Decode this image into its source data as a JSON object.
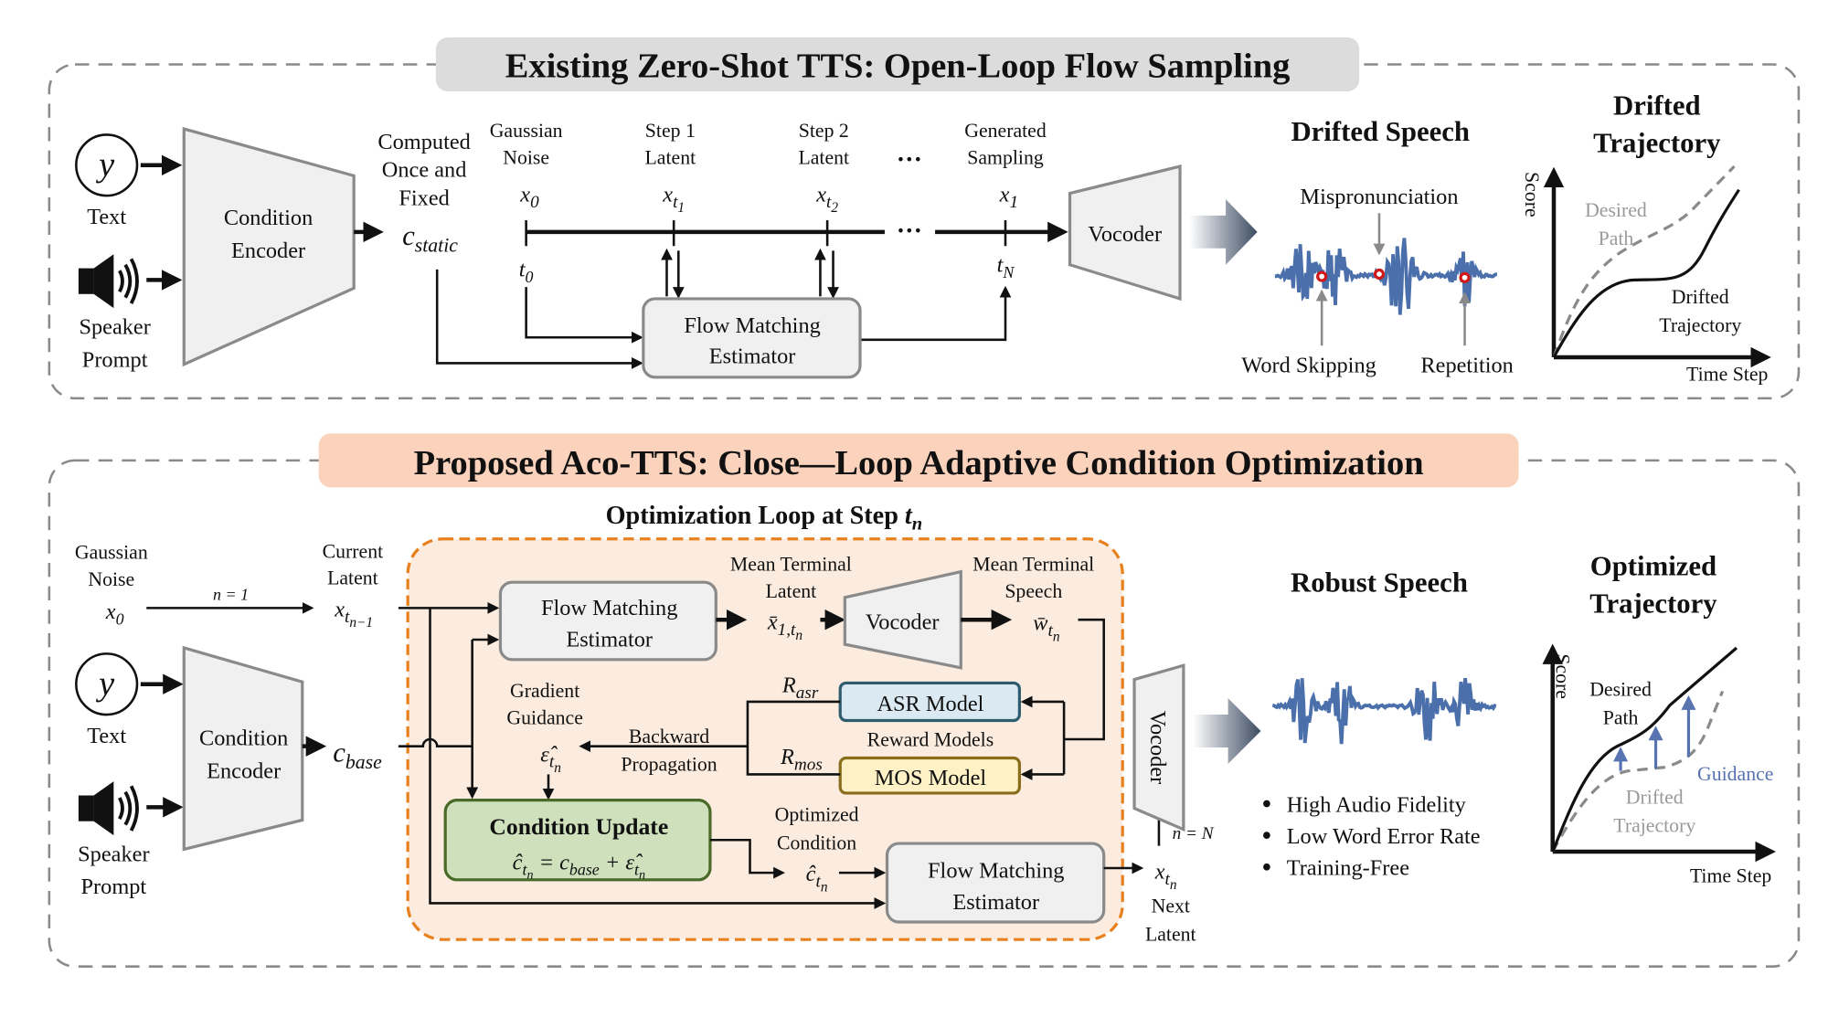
{
  "colors": {
    "accent_orange": "#e8801e",
    "loop_bg": "#fbecdf",
    "banner_top": "#dcdcdc",
    "banner_bottom": "#fbd3bd",
    "wave": "#4a6fab",
    "error_marker": "#d01818",
    "asr_fill": "#dbeaf2",
    "mos_fill": "#fff1c6",
    "update_fill": "#cfe0bc",
    "guidance": "#5874b0"
  },
  "top": {
    "banner": "Existing Zero-Shot TTS: Open-Loop Flow Sampling",
    "text_symbol": "y",
    "text_label": "Text",
    "speaker_label": [
      "Speaker",
      "Prompt"
    ],
    "encoder": [
      "Condition",
      "Encoder"
    ],
    "computed_note": [
      "Computed",
      "Once and",
      "Fixed"
    ],
    "c_static": {
      "base": "c",
      "sub": "static"
    },
    "steps": [
      {
        "label": [
          "Gaussian",
          "Noise"
        ],
        "var": "x",
        "sub": "0",
        "subsub": ""
      },
      {
        "label": [
          "Step 1",
          "Latent"
        ],
        "var": "x",
        "sub": "t",
        "subsub": "1"
      },
      {
        "label": [
          "Step 2",
          "Latent"
        ],
        "var": "x",
        "sub": "t",
        "subsub": "2"
      },
      {
        "label": [
          "Generated",
          "Sampling"
        ],
        "var": "x",
        "sub": "1",
        "subsub": ""
      }
    ],
    "ellipsis": "···",
    "t0": {
      "base": "t",
      "sub": "0"
    },
    "tN": {
      "base": "t",
      "sub": "N"
    },
    "fme": [
      "Flow Matching",
      "Estimator"
    ],
    "vocoder": "Vocoder",
    "speech_title": "Drifted Speech",
    "errors": {
      "mispronunciation": "Mispronunciation",
      "word_skipping": "Word Skipping",
      "repetition": "Repetition"
    },
    "plot": {
      "title": [
        "Drifted",
        "Trajectory"
      ],
      "ylabel": "Score",
      "xlabel": "Time Step",
      "desired": [
        "Desired",
        "Path"
      ],
      "drifted": [
        "Drifted",
        "Trajectory"
      ]
    }
  },
  "bottom": {
    "banner": "Proposed Aco-TTS: Close—Loop Adaptive Condition Optimization",
    "loop_title": {
      "text": "Optimization Loop at Step ",
      "base": "t",
      "sub": "n"
    },
    "noise_label": [
      "Gaussian",
      "Noise"
    ],
    "x0": {
      "base": "x",
      "sub": "0"
    },
    "n_eq_1": "n = 1",
    "current_label": [
      "Current",
      "Latent"
    ],
    "x_prev": {
      "base": "x",
      "sub": "t",
      "subsub": "n−1"
    },
    "text_symbol": "y",
    "text_label": "Text",
    "speaker_label": [
      "Speaker",
      "Prompt"
    ],
    "encoder": [
      "Condition",
      "Encoder"
    ],
    "c_base": {
      "base": "c",
      "sub": "base"
    },
    "fme1": [
      "Flow Matching",
      "Estimator"
    ],
    "mean_latent_label": [
      "Mean Terminal",
      "Latent"
    ],
    "mean_latent": {
      "base": "x̄",
      "sub": "1,t",
      "subsub": "n"
    },
    "vocoder_inner": "Vocoder",
    "mean_speech_label": [
      "Mean Terminal",
      "Speech"
    ],
    "mean_speech": {
      "base": "w̄",
      "sub": "t",
      "subsub": "n"
    },
    "asr": "ASR Model",
    "mos": "MOS Model",
    "reward_models": "Reward Models",
    "r_asr": {
      "base": "R",
      "sub": "asr"
    },
    "r_mos": {
      "base": "R",
      "sub": "mos"
    },
    "backward": [
      "Backward",
      "Propagation"
    ],
    "gradient": [
      "Gradient",
      "Guidance"
    ],
    "eps": {
      "base": "ε̂",
      "sub": "t",
      "subsub": "n"
    },
    "update_title": "Condition Update",
    "update_formula": {
      "lhs": "ĉ",
      "lhs_sub": "t",
      "lhs_subsub": "n",
      "eq": " = c",
      "base_sub": "base",
      "plus": " + ε̂",
      "eps_sub": "t",
      "eps_subsub": "n"
    },
    "optimized_label": [
      "Optimized",
      "Condition"
    ],
    "c_hat": {
      "base": "ĉ",
      "sub": "t",
      "subsub": "n"
    },
    "fme2": [
      "Flow Matching",
      "Estimator"
    ],
    "x_next": {
      "base": "x",
      "sub": "t",
      "subsub": "n"
    },
    "next_label": [
      "Next",
      "Latent"
    ],
    "n_eq_N": "n = N",
    "vocoder_outer": "Vocoder",
    "speech_title": "Robust Speech",
    "benefits": [
      "High Audio Fidelity",
      "Low Word Error Rate",
      "Training-Free"
    ],
    "plot": {
      "title": [
        "Optimized",
        "Trajectory"
      ],
      "ylabel": "Score",
      "xlabel": "Time Step",
      "desired": [
        "Desired",
        "Path"
      ],
      "drifted": [
        "Drifted",
        "Trajectory"
      ],
      "guidance": "Guidance"
    }
  }
}
